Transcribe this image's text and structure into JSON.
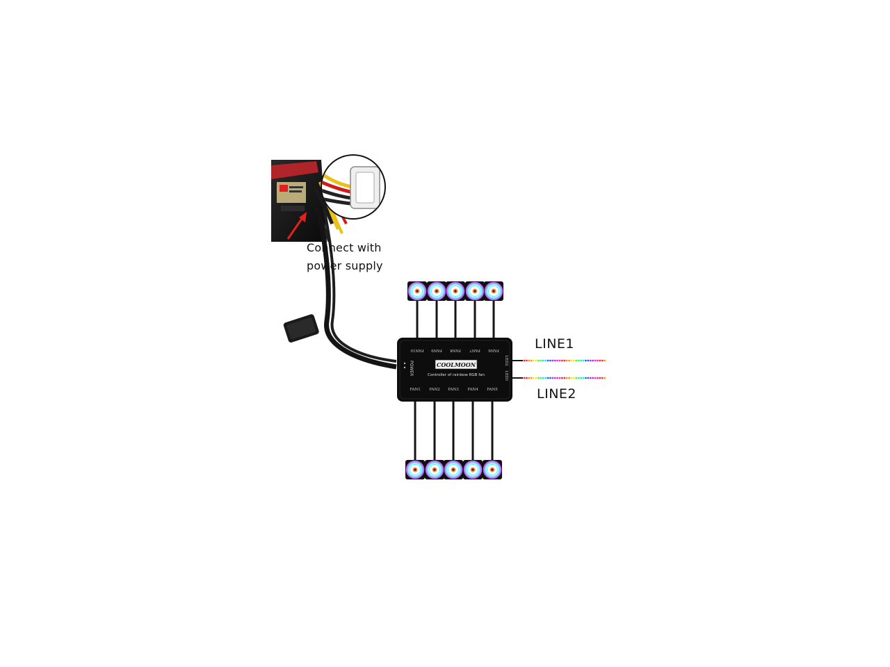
{
  "caption": {
    "line1": "Connect with",
    "line2": "power supply"
  },
  "controller": {
    "brand": "COOLMOON",
    "subtitle": "Controller of rainbow RGB fan",
    "power_label": "POWER",
    "top_ports": [
      "FAN10",
      "FAN9",
      "FAN8",
      "FAN7",
      "FAN6"
    ],
    "bottom_ports": [
      "FAN1",
      "FAN2",
      "FAN3",
      "FAN4",
      "FAN5"
    ],
    "strip_ports": [
      "LED2",
      "LED1"
    ]
  },
  "strips": {
    "line1": "LINE1",
    "line2": "LINE2"
  },
  "fans": {
    "top_count": 5,
    "bottom_count": 5
  },
  "colors": {
    "controller_body": "#0d0d0d",
    "cable": "#141414",
    "fan_ring_outer": "#c860ff",
    "fan_ring_inner": "#5ff0ff",
    "fan_hub": "#ff8a4a",
    "psu_accent": "#d8262a",
    "arrow": "#e8201c"
  },
  "rainbow": [
    "#ff2a2a",
    "#ff8c1a",
    "#ffe81a",
    "#3dff3d",
    "#1ae8ff",
    "#2a5cff",
    "#b42aff",
    "#ff2ad4"
  ]
}
